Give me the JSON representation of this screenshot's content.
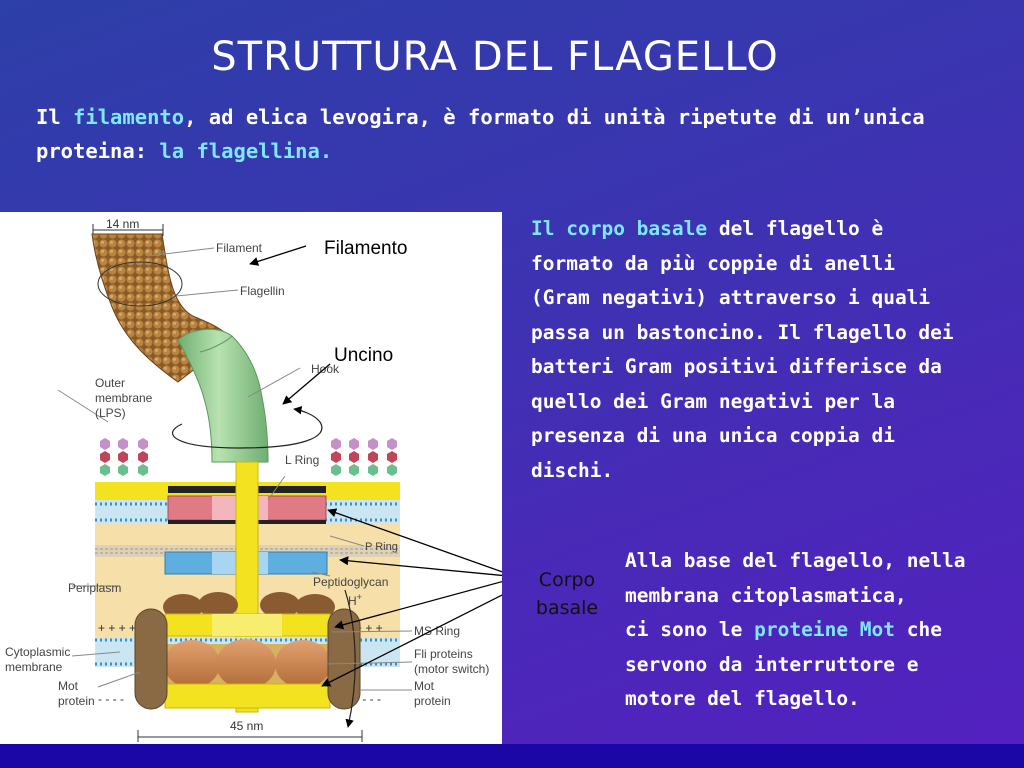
{
  "slide": {
    "title": "STRUTTURA DEL FLAGELLO",
    "intro": {
      "p1": "Il ",
      "k1": "filamento",
      "p2": ", ad elica levogira,  è formato di unità ripetute di un’unica",
      "p3": "proteina: ",
      "k2": "la flagellina."
    },
    "basal_body": {
      "p1": "Il ",
      "k1": "corpo basale",
      "p2": " del flagello è",
      "lines": [
        "formato da più coppie di anelli",
        "(Gram negativi) attraverso i quali",
        "passa un bastoncino. Il flagello dei",
        "batteri Gram positivi differisce da",
        "quello dei Gram negativi per la",
        "presenza di una unica coppia di",
        "dischi."
      ]
    },
    "mot": {
      "line1": "Alla base del flagello, nella",
      "line2": "membrana citoplasmatica,",
      "p1": "ci sono le ",
      "k1": "proteine Mot",
      "p2": " che",
      "line4": "servono da interruttore e",
      "line5": "motore del flagello."
    },
    "overlay_labels": {
      "filamento": "Filamento",
      "uncino": "Uncino",
      "corpo": "Corpo",
      "basale": "basale"
    }
  },
  "diagram": {
    "scale_top": "14 nm",
    "scale_bottom": "45 nm",
    "filament": "Filament",
    "flagellin": "Flagellin",
    "hook": "Hook",
    "outer_membrane": [
      "Outer",
      "membrane",
      "(LPS)"
    ],
    "l_ring": "L Ring",
    "p_ring": "P Ring",
    "periplasm": "Periplasm",
    "peptidoglycan": "Peptidoglycan",
    "h_plus": "H",
    "h_sup": "+",
    "cytoplasmic_membrane": [
      "Cytoplasmic",
      "membrane"
    ],
    "ms_ring": "MS Ring",
    "fli_proteins": [
      "Fli proteins",
      "(motor switch)"
    ],
    "mot_right": [
      "Mot",
      "protein"
    ],
    "mot_left": [
      "Mot",
      "protein"
    ],
    "colors": {
      "filament": "#a0743a",
      "hook": "#8fc98f",
      "l_ring": "#e07a85",
      "p_ring": "#5faee0",
      "rod": "#f2e21f",
      "motor": "#c88a55",
      "mot_protein": "#8a6a44"
    }
  }
}
